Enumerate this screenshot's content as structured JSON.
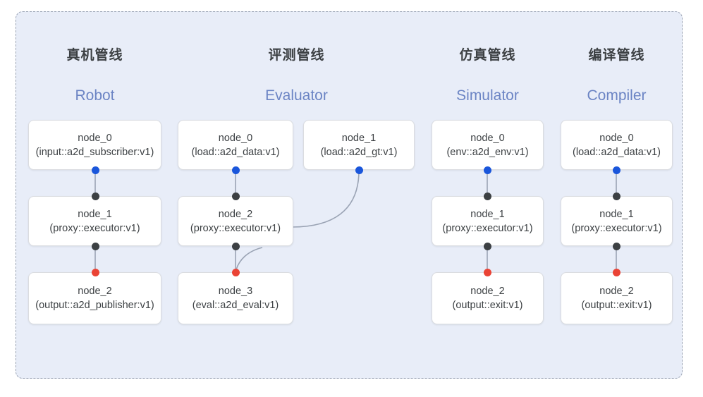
{
  "diagram": {
    "background_color": "#e8edf8",
    "border_style": "dashed",
    "border_color": "#9aa3b4",
    "port_colors": {
      "input": "#1a56db",
      "intermediate": "#3c4043",
      "output": "#ea4335"
    },
    "edge_color": "#9aa3b4",
    "title_cn_color": "#3c4043",
    "title_en_color": "#6b84c4"
  },
  "columns": [
    {
      "title_cn": "真机管线",
      "title_en": "Robot",
      "nodes": [
        {
          "name": "node_0",
          "spec": "(input::a2d_subscriber:v1)"
        },
        {
          "name": "node_1",
          "spec": "(proxy::executor:v1)"
        },
        {
          "name": "node_2",
          "spec": "(output::a2d_publisher:v1)"
        }
      ]
    },
    {
      "title_cn": "评测管线",
      "title_en": "Evaluator",
      "nodes": [
        {
          "name": "node_0",
          "spec": "(load::a2d_data:v1)"
        },
        {
          "name": "node_2",
          "spec": "(proxy::executor:v1)"
        },
        {
          "name": "node_3",
          "spec": "(eval::a2d_eval:v1)"
        },
        {
          "name": "node_1",
          "spec": "(load::a2d_gt:v1)"
        }
      ]
    },
    {
      "title_cn": "仿真管线",
      "title_en": "Simulator",
      "nodes": [
        {
          "name": "node_0",
          "spec": "(env::a2d_env:v1)"
        },
        {
          "name": "node_1",
          "spec": "(proxy::executor:v1)"
        },
        {
          "name": "node_2",
          "spec": "(output::exit:v1)"
        }
      ]
    },
    {
      "title_cn": "编译管线",
      "title_en": "Compiler",
      "nodes": [
        {
          "name": "node_0",
          "spec": "(load::a2d_data:v1)"
        },
        {
          "name": "node_1",
          "spec": "(proxy::executor:v1)"
        },
        {
          "name": "node_2",
          "spec": "(output::exit:v1)"
        }
      ]
    }
  ]
}
